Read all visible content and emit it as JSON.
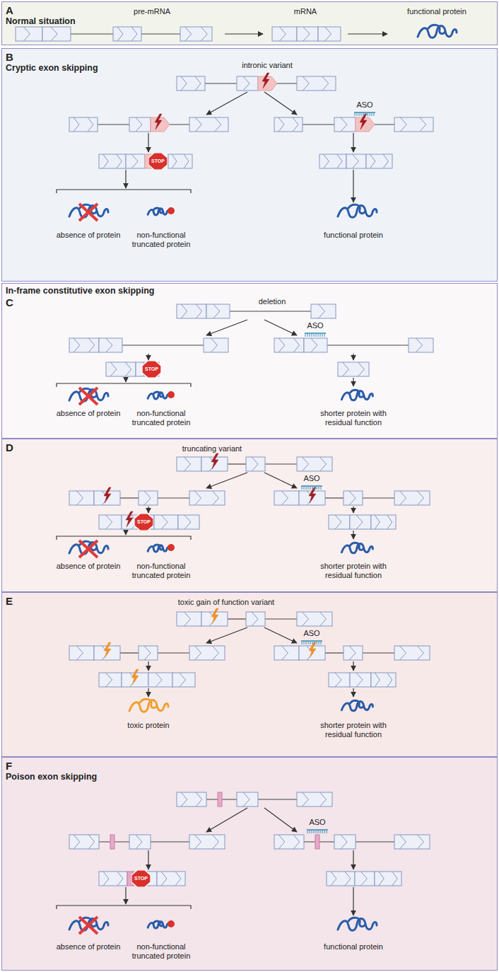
{
  "diagram": {
    "nodes": [
      {
        "text": [
          "A",
          "Normal situation"
        ]
      },
      {
        "text": [
          "B",
          "Cryptic exon skipping"
        ]
      },
      {
        "text": [
          "STOP"
        ],
        "in": 1
      },
      {
        "text": [
          "In-frame constitutive exon skipping",
          "C"
        ]
      },
      {
        "text": [
          "STOP"
        ],
        "in": 3
      },
      {
        "text": [
          "D"
        ]
      },
      {
        "text": [
          "STOP"
        ],
        "in": 5
      },
      {
        "text": [
          "E"
        ]
      },
      {
        "text": [
          "F",
          "Poison exon skipping"
        ]
      },
      {
        "text": [
          "STOP"
        ],
        "in": 8
      }
    ],
    "labels": [
      "pre-mRNA",
      "mRNA",
      "functional protein",
      "intronic variant",
      "ASO",
      "absence of protein",
      "non-functional truncated protein",
      "functional protein",
      "deletion",
      "ASO",
      "absence of protein",
      "non-functional truncated protein",
      "shorter protein with residual function",
      "truncating variant",
      "ASO",
      "absence of protein",
      "non-functional truncated protein",
      "shorter protein with residual function",
      "toxic gain of function variant",
      "ASO",
      "toxic protein",
      "shorter protein with residual function",
      "ASO",
      "absence of protein",
      "non-functional truncated protein",
      "functional protein"
    ]
  }
}
